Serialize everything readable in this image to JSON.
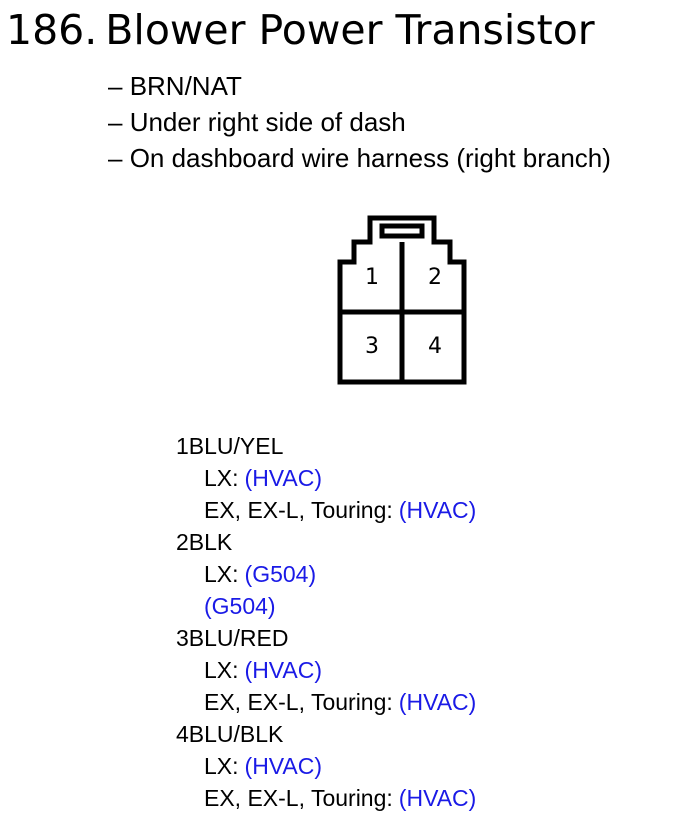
{
  "title": {
    "number": "186.",
    "text": "Blower Power Transistor"
  },
  "bullets": [
    "BRN/NAT",
    "Under right side of dash",
    "On dashboard wire harness (right branch)"
  ],
  "connector": {
    "pins": [
      "1",
      "2",
      "3",
      "4"
    ]
  },
  "pins": [
    {
      "id": "1",
      "wire": "BLU/YEL",
      "lines": [
        {
          "label": "LX:",
          "ref": "(HVAC)"
        },
        {
          "label": "EX, EX-L, Touring:",
          "ref": "(HVAC)"
        }
      ]
    },
    {
      "id": "2",
      "wire": "BLK",
      "lines": [
        {
          "label": "LX:",
          "ref": "(G504)"
        },
        {
          "label": "",
          "ref": "(G504)"
        }
      ]
    },
    {
      "id": "3",
      "wire": "BLU/RED",
      "lines": [
        {
          "label": "LX:",
          "ref": "(HVAC)"
        },
        {
          "label": "EX, EX-L, Touring:",
          "ref": "(HVAC)"
        }
      ]
    },
    {
      "id": "4",
      "wire": "BLU/BLK",
      "lines": [
        {
          "label": "LX:",
          "ref": "(HVAC)"
        },
        {
          "label": "EX, EX-L, Touring:",
          "ref": "(HVAC)"
        }
      ]
    }
  ],
  "colors": {
    "ref": "#1a1ae6",
    "text": "#000000"
  }
}
